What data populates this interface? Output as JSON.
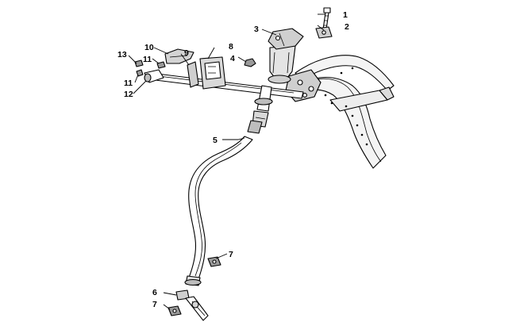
{
  "callouts": [
    {
      "id": "1",
      "label": "1"
    },
    {
      "id": "2",
      "label": "2"
    },
    {
      "id": "3",
      "label": "3"
    },
    {
      "id": "4",
      "label": "4"
    },
    {
      "id": "5",
      "label": "5"
    },
    {
      "id": "6",
      "label": "6"
    },
    {
      "id": "7a",
      "label": "7"
    },
    {
      "id": "7b",
      "label": "7"
    },
    {
      "id": "8",
      "label": "8"
    },
    {
      "id": "9",
      "label": "9"
    },
    {
      "id": "10",
      "label": "10"
    },
    {
      "id": "11a",
      "label": "11"
    },
    {
      "id": "11b",
      "label": "11"
    },
    {
      "id": "12",
      "label": "12"
    },
    {
      "id": "13",
      "label": "13"
    }
  ],
  "colors": {
    "line": "#000000",
    "shadow": "#9a9a9a",
    "fill_light": "#e6e6e6",
    "fill_mid": "#bdbdbd",
    "background": "#ffffff"
  }
}
